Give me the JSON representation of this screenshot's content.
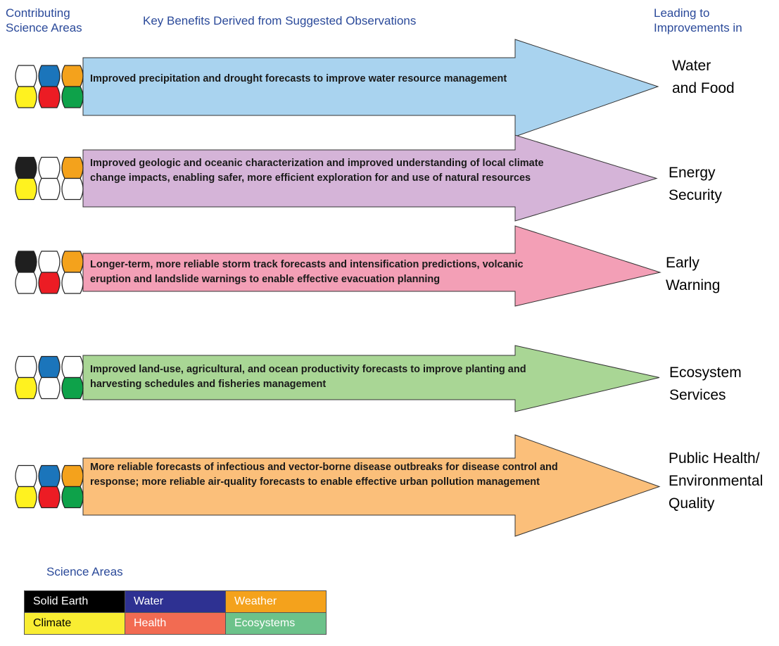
{
  "header": {
    "left": "Contributing\nScience Areas",
    "middle": "Key Benefits Derived from Suggested Observations",
    "right": "Leading to\nImprovements in"
  },
  "colors": {
    "solid_earth": "#1f1f1f",
    "water": "#1b75bb",
    "weather": "#f4a21c",
    "climate": "#fff21f",
    "health": "#ec1c24",
    "ecosystems": "#0ea24a",
    "empty": "#ffffff"
  },
  "rows": [
    {
      "benefit": "Improved precipitation and drought forecasts to improve water resource management",
      "outcome": "Water\nand Food",
      "arrow_color": "#a9d3ef",
      "areas": [
        "empty",
        "water",
        "weather",
        "climate",
        "health",
        "ecosystems"
      ]
    },
    {
      "benefit": "Improved geologic and oceanic characterization and improved understanding of local climate change impacts, enabling safer, more efficient exploration for and use of natural resources",
      "outcome": "Energy\nSecurity",
      "arrow_color": "#d5b4d8",
      "areas": [
        "solid_earth",
        "empty",
        "weather",
        "climate",
        "empty",
        "empty"
      ]
    },
    {
      "benefit": "Longer-term, more reliable storm track forecasts and intensification predictions, volcanic eruption and landslide warnings to enable effective evacuation planning",
      "outcome": "Early\nWarning",
      "arrow_color": "#f39fb6",
      "areas": [
        "solid_earth",
        "empty",
        "weather",
        "empty",
        "health",
        "empty"
      ]
    },
    {
      "benefit": "Improved land-use, agricultural, and ocean productivity forecasts to improve planting and harvesting schedules and fisheries management",
      "outcome": "Ecosystem\nServices",
      "arrow_color": "#a9d695",
      "areas": [
        "empty",
        "water",
        "empty",
        "climate",
        "empty",
        "ecosystems"
      ]
    },
    {
      "benefit": "More reliable forecasts of infectious and vector-borne disease outbreaks for disease control and response; more reliable air-quality forecasts to enable effective urban pollution management",
      "outcome": "Public Health/\nEnvironmental\nQuality",
      "arrow_color": "#fbbf7a",
      "areas": [
        "empty",
        "water",
        "weather",
        "climate",
        "health",
        "ecosystems"
      ]
    }
  ],
  "legend": {
    "title": "Science Areas",
    "cells": [
      {
        "label": "Solid Earth",
        "bg": "#000000",
        "fg": "#ffffff"
      },
      {
        "label": "Water",
        "bg": "#2e3192",
        "fg": "#ffffff"
      },
      {
        "label": "Weather",
        "bg": "#f4a21c",
        "fg": "#ffffff"
      },
      {
        "label": "Climate",
        "bg": "#f9ed32",
        "fg": "#000000"
      },
      {
        "label": "Health",
        "bg": "#f26b52",
        "fg": "#ffffff"
      },
      {
        "label": "Ecosystems",
        "bg": "#6cc28a",
        "fg": "#ffffff"
      }
    ]
  }
}
